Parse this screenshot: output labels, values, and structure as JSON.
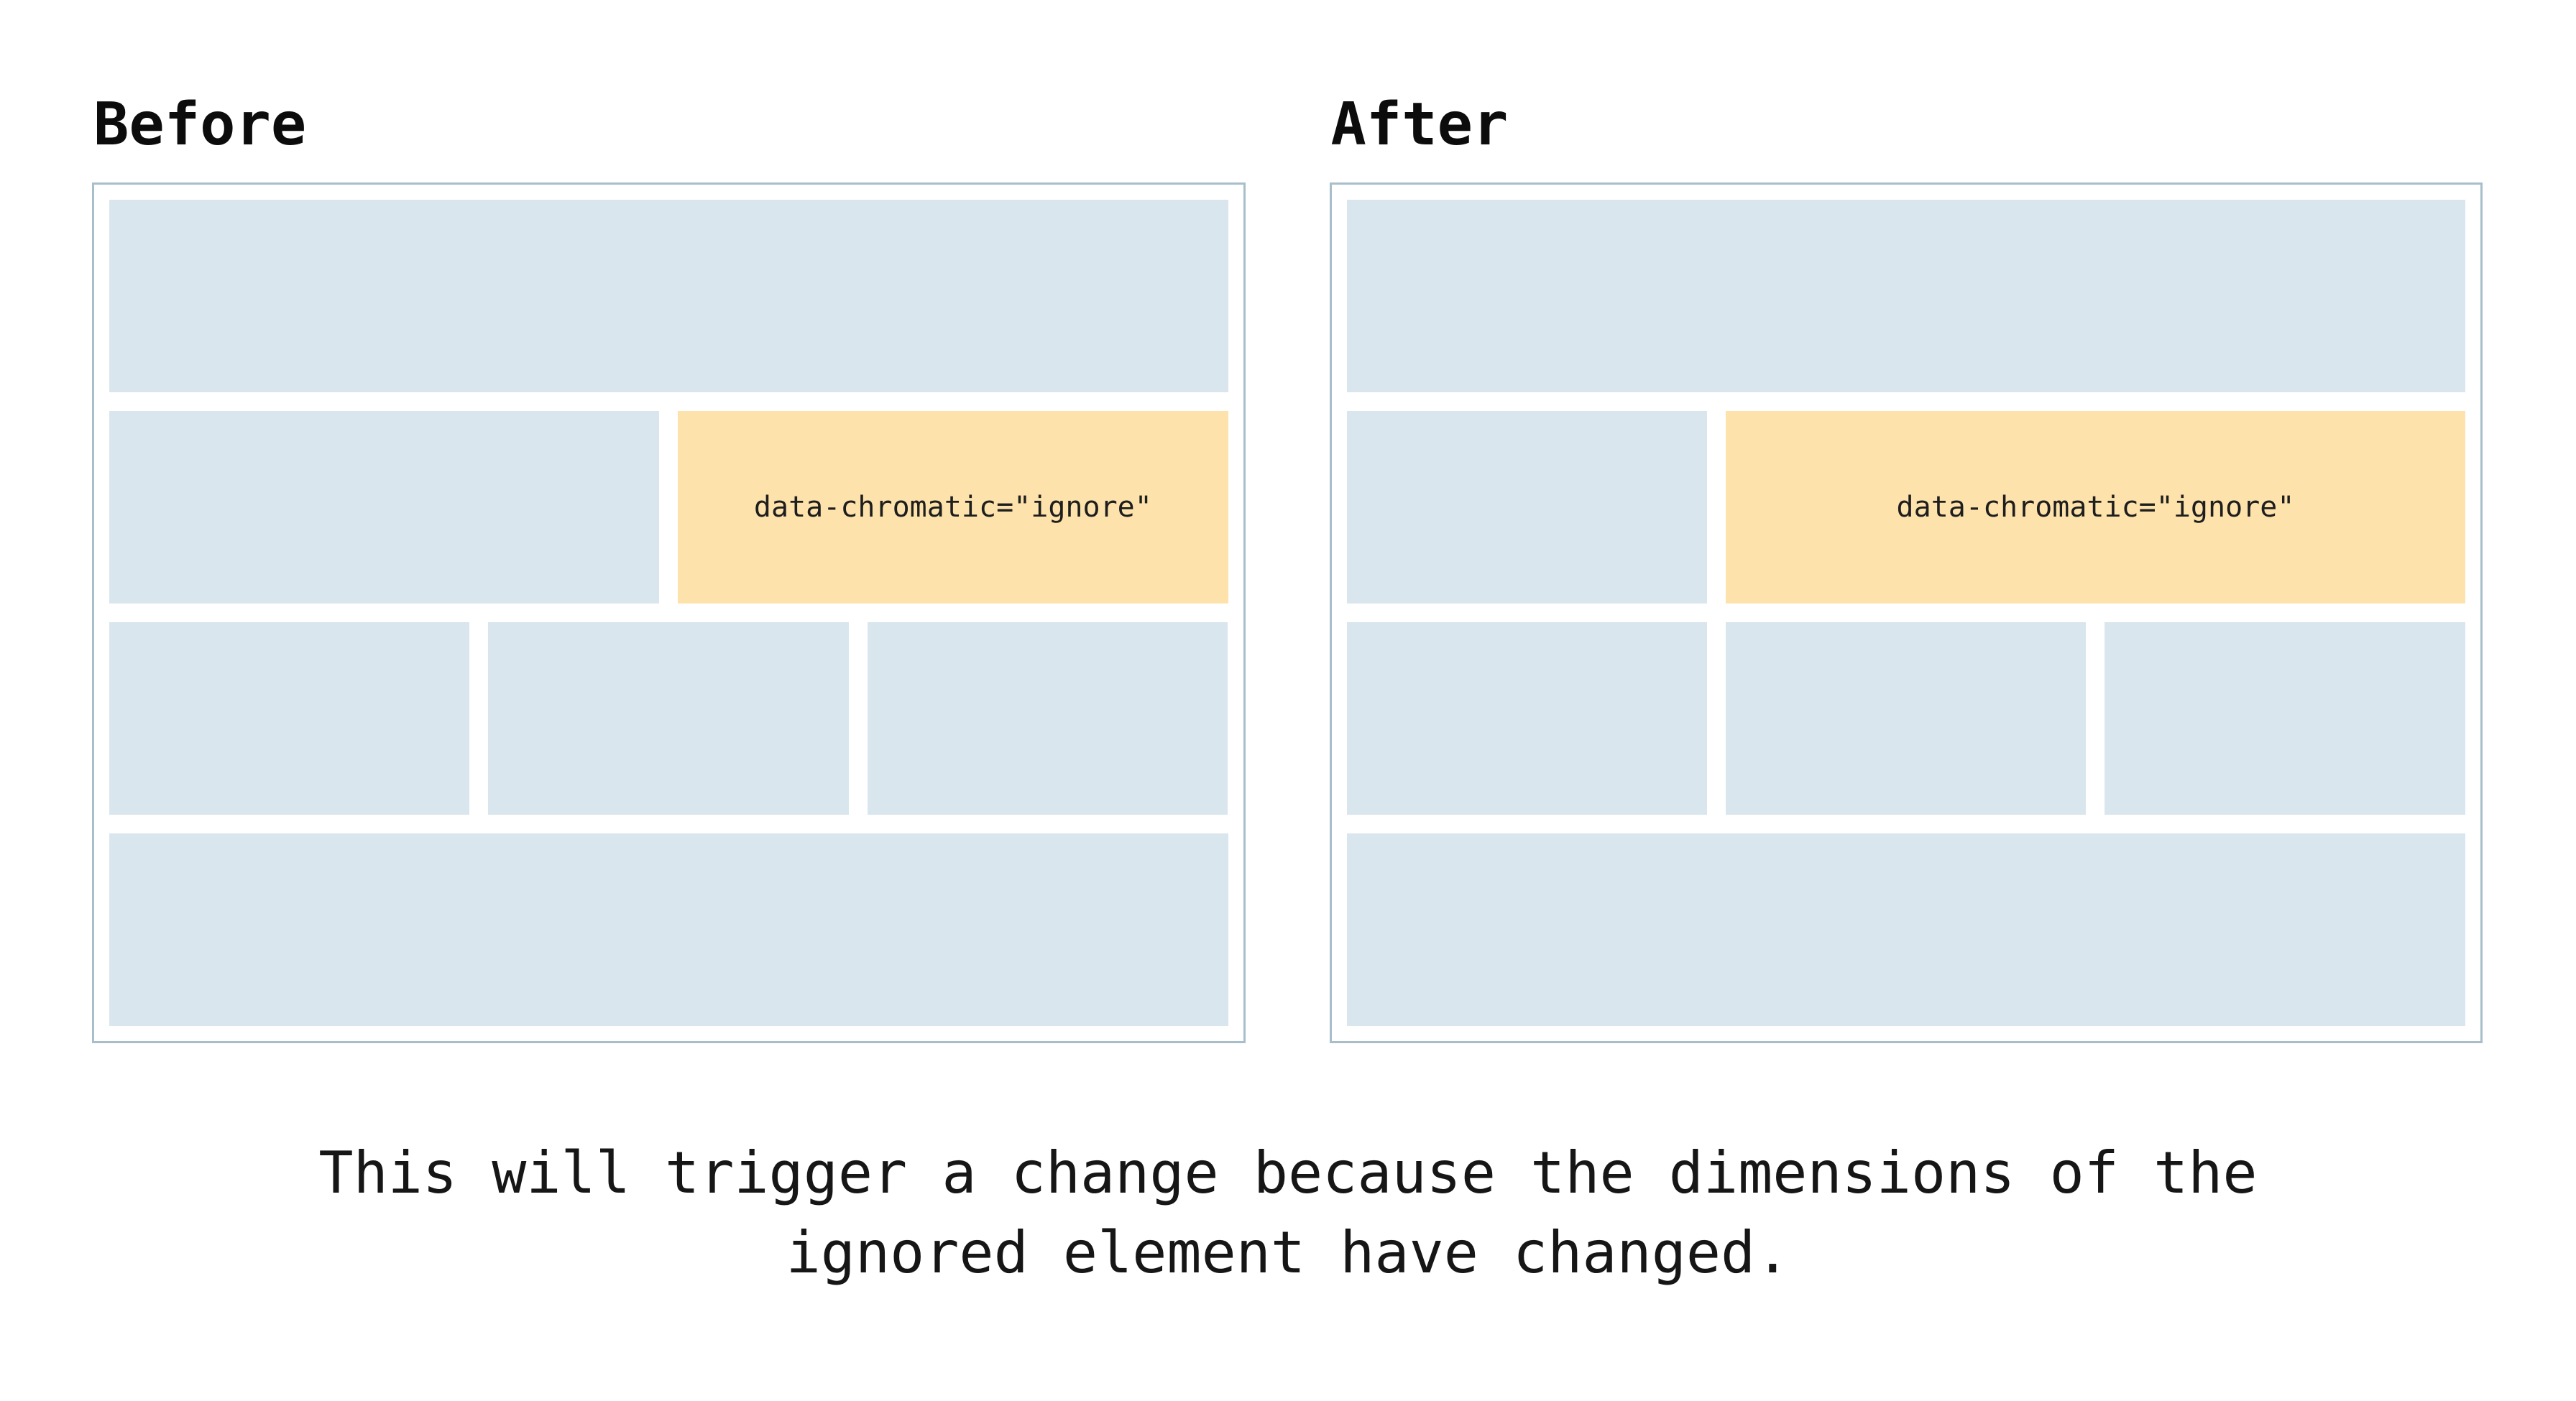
{
  "colors": {
    "box_blue": "#dae6ee",
    "box_orange": "#fde3ab",
    "panel_border": "#a9becb",
    "heading_text": "#0c0c0c",
    "label_text": "#1e1e1e",
    "caption_text": "#161616"
  },
  "ignore_label": "data-chromatic=\"ignore\"",
  "panels": {
    "before": {
      "title": "Before",
      "rows": [
        [
          "full-placeholder"
        ],
        [
          "half-placeholder",
          "half-ignored"
        ],
        [
          "third-placeholder",
          "third-placeholder",
          "third-placeholder"
        ],
        [
          "full-placeholder"
        ]
      ]
    },
    "after": {
      "title": "After",
      "rows": [
        [
          "full-placeholder"
        ],
        [
          "third-placeholder",
          "two-thirds-ignored"
        ],
        [
          "third-placeholder",
          "third-placeholder",
          "third-placeholder"
        ],
        [
          "full-placeholder"
        ]
      ]
    }
  },
  "caption": {
    "line1": "This will trigger a change because the dimensions of the",
    "line2": "ignored element have changed."
  }
}
